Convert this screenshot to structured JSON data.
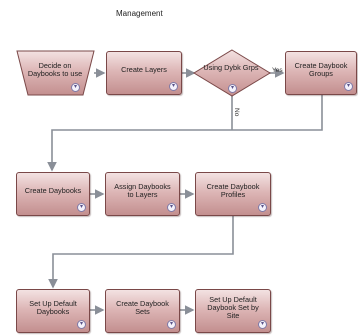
{
  "title": "Management",
  "nodes": [
    {
      "id": "decide",
      "label": "Decide on Daybooks to use"
    },
    {
      "id": "layers",
      "label": "Create Layers"
    },
    {
      "id": "decision",
      "label": "Using Dybk Grps"
    },
    {
      "id": "groups",
      "label": "Create Daybook Groups"
    },
    {
      "id": "daybooks",
      "label": "Create Daybooks"
    },
    {
      "id": "assign",
      "label": "Assign Daybooks to Layers"
    },
    {
      "id": "profiles",
      "label": "Create Daybook Profiles"
    },
    {
      "id": "defaults",
      "label": "Set Up Default Daybooks"
    },
    {
      "id": "sets",
      "label": "Create Daybook Sets"
    },
    {
      "id": "bysite",
      "label": "Set Up Default Daybook Set by Site"
    }
  ],
  "conditions": {
    "yes": "Yes",
    "no": "No"
  },
  "badge_icon": "chevron-down-icon",
  "colors": {
    "node_top": "#f3e2e2",
    "node_bottom": "#c38f8f",
    "node_border": "#7a4848",
    "connector": "#8a8f98"
  }
}
